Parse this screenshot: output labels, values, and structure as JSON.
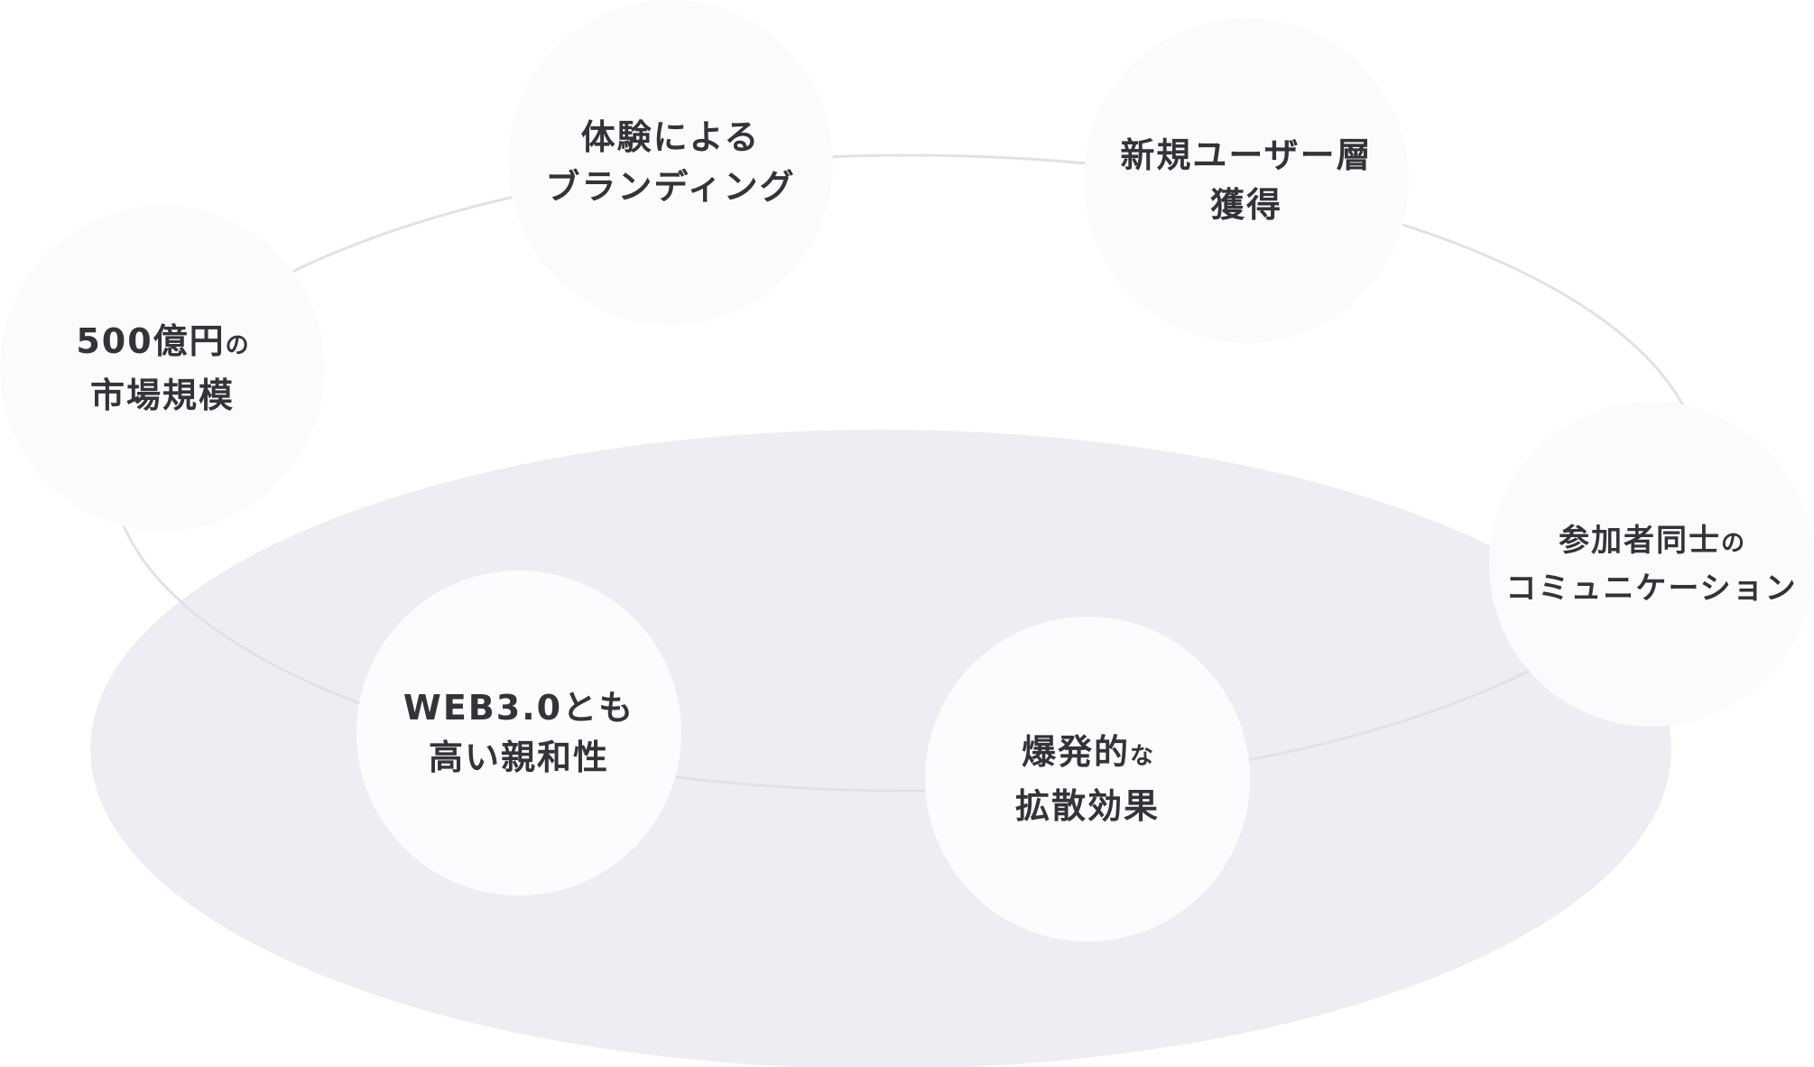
{
  "diagram": {
    "type": "cycle",
    "colors": {
      "background": "#ffffff",
      "base_ellipse": "#edeef3",
      "node_fill": "#fbfbfd",
      "connector": "#e2e2e4",
      "text": "#333338"
    },
    "nodes": [
      {
        "id": "market-size",
        "lines": [
          {
            "main": "500億円",
            "small": "の"
          },
          {
            "main": "市場規模",
            "small": ""
          }
        ]
      },
      {
        "id": "experience-branding",
        "lines": [
          {
            "main": "体験による",
            "small": ""
          },
          {
            "main": "ブランディング",
            "small": ""
          }
        ]
      },
      {
        "id": "new-user-acquisition",
        "lines": [
          {
            "main": "新規ユーザー層",
            "small": ""
          },
          {
            "main": "獲得",
            "small": ""
          }
        ]
      },
      {
        "id": "participant-communication",
        "lines": [
          {
            "main": "参加者同士",
            "small": "の"
          },
          {
            "main": "コミュニケーション",
            "small": ""
          }
        ]
      },
      {
        "id": "web3-affinity",
        "lines": [
          {
            "main": "WEB3.0とも",
            "small": ""
          },
          {
            "main": "高い親和性",
            "small": ""
          }
        ]
      },
      {
        "id": "viral-spread",
        "lines": [
          {
            "main": "爆発的",
            "small": "な"
          },
          {
            "main": "拡散効果",
            "small": ""
          }
        ]
      }
    ]
  }
}
